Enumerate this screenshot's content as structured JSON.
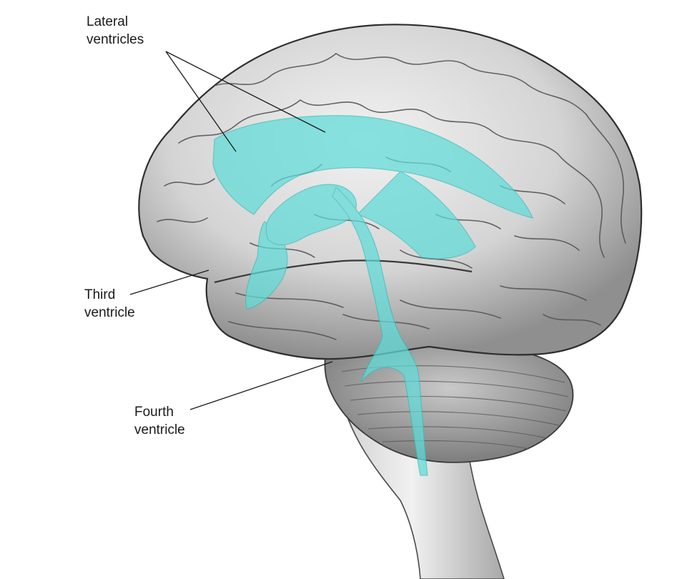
{
  "labels": {
    "lateral": [
      "Lateral",
      "ventricles"
    ],
    "third": [
      "Third",
      "ventricle"
    ],
    "fourth": [
      "Fourth",
      "ventricle"
    ]
  },
  "colors": {
    "ventricle_fill": "#5fdcd8",
    "ventricle_stroke": "#36bdb9",
    "brain_fill": "#d9d9d9",
    "brain_shadow": "#9a9a9a",
    "brain_outline": "#3a3a3a",
    "cerebellum_fill": "#b5b5b5",
    "brainstem_fill": "#e4e4e4"
  }
}
